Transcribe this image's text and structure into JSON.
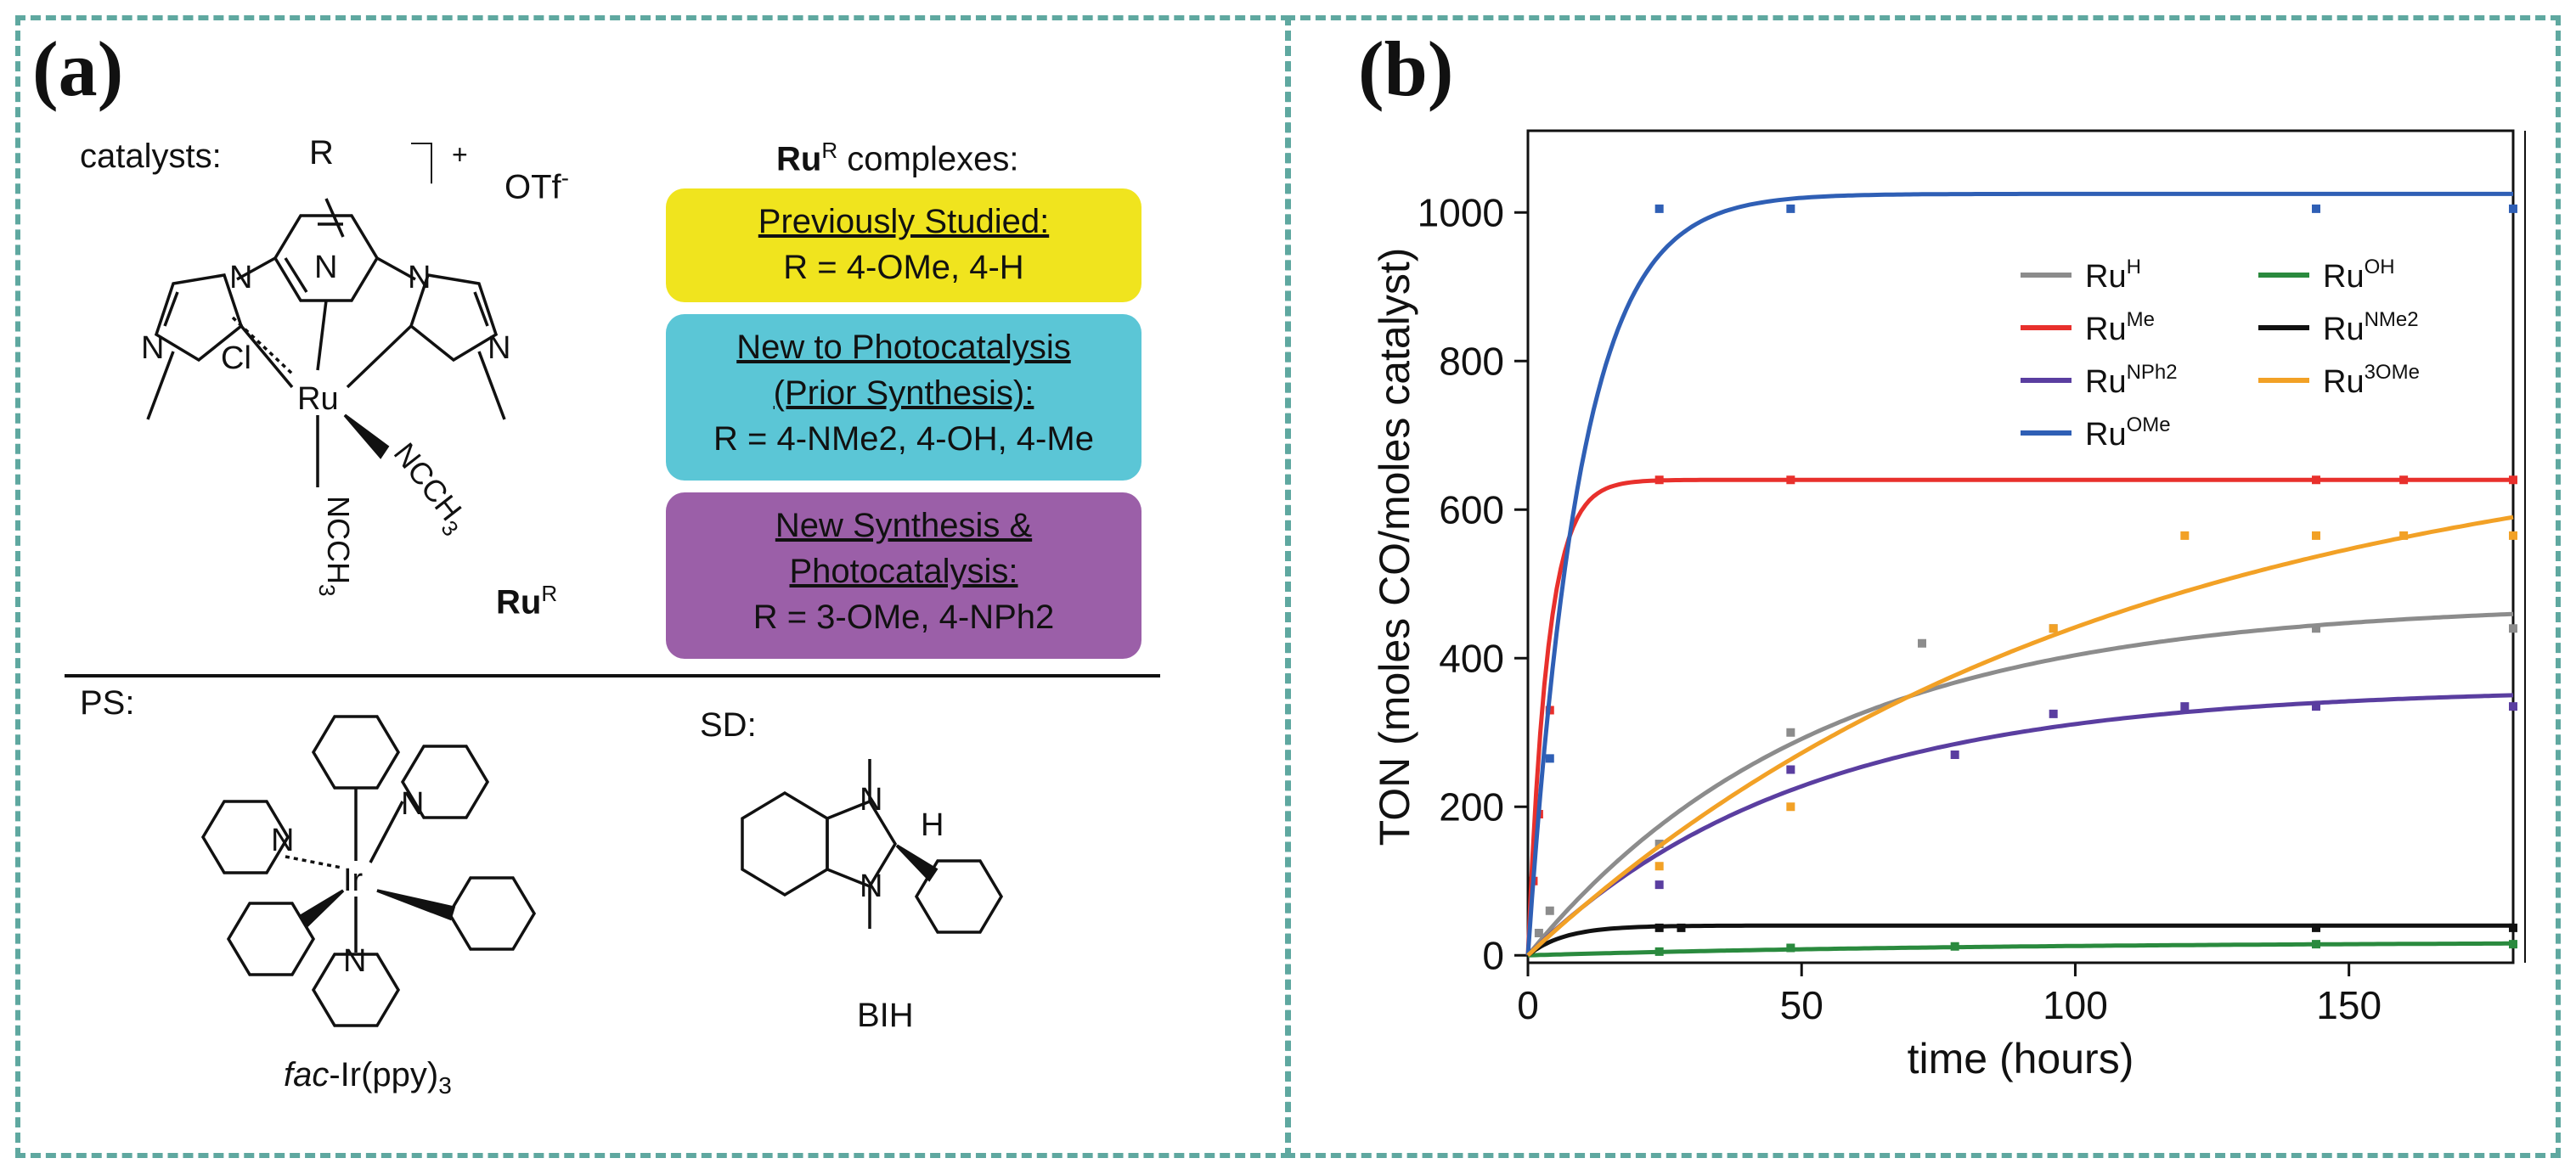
{
  "panel_a": {
    "letter": "(a)",
    "catalysts_label": "catalysts:",
    "counterion": "OTf",
    "counterion_charge": "-",
    "cation_charge": "+",
    "r_group": "R",
    "ru_label": "Ru",
    "ru_sup": "R",
    "complexes_header": "Ru",
    "complexes_header_sup": "R",
    "complexes_header_suffix": " complexes:",
    "atoms": {
      "n": "N",
      "cl": "Cl",
      "ru": "Ru",
      "ir": "Ir",
      "h": "H"
    },
    "ligand_nc1": "NCCH",
    "ligand_nc1_sub": "3",
    "ligand_nc2": "NCCH",
    "ligand_nc2_sub": "3",
    "boxes": [
      {
        "line1": "Previously Studied:",
        "line2": "R = 4-OMe, 4-H",
        "color": "#f0e41e"
      },
      {
        "line1": "New to Photocatalysis",
        "line2": "(Prior Synthesis):",
        "line3": "R = 4-NMe2, 4-OH, 4-Me",
        "color": "#5bc6d6"
      },
      {
        "line1": "New Synthesis &",
        "line2": "Photocatalysis:",
        "line3": "R = 3-OMe, 4-NPh2",
        "color": "#9b5fa8"
      }
    ],
    "ps_label": "PS:",
    "sd_label": "SD:",
    "ps_name_prefix": "fac",
    "ps_name_suffix": "-Ir(ppy)",
    "ps_name_sub": "3",
    "sd_name": "BIH"
  },
  "panel_b": {
    "letter": "(b)"
  },
  "chart_data": {
    "type": "line",
    "xlabel": "time (hours)",
    "ylabel": "TON (moles CO/moles catalyst)",
    "xlim": [
      0,
      180
    ],
    "ylim": [
      -10,
      1110
    ],
    "xticks": [
      0,
      50,
      100,
      150
    ],
    "yticks": [
      0,
      200,
      400,
      600,
      800,
      1000
    ],
    "legend_position": "top-right",
    "series": [
      {
        "name": "Ru",
        "sup": "H",
        "color": "#8c8c8c",
        "fit": {
          "plateau": 475,
          "k": 0.019
        },
        "points": [
          [
            2,
            30
          ],
          [
            4,
            60
          ],
          [
            24,
            150
          ],
          [
            48,
            300
          ],
          [
            72,
            420
          ],
          [
            96,
            440
          ],
          [
            144,
            440
          ],
          [
            180,
            440
          ]
        ]
      },
      {
        "name": "Ru",
        "sup": "Me",
        "color": "#e8302c",
        "fit": {
          "plateau": 640,
          "k": 0.28
        },
        "points": [
          [
            1,
            100
          ],
          [
            2,
            190
          ],
          [
            4,
            330
          ],
          [
            24,
            640
          ],
          [
            48,
            640
          ],
          [
            144,
            640
          ],
          [
            160,
            640
          ],
          [
            180,
            640
          ]
        ]
      },
      {
        "name": "Ru",
        "sup": "NPh2",
        "color": "#5a3ea0",
        "fit": {
          "plateau": 360,
          "k": 0.02
        },
        "points": [
          [
            24,
            95
          ],
          [
            48,
            250
          ],
          [
            78,
            270
          ],
          [
            96,
            325
          ],
          [
            120,
            335
          ],
          [
            144,
            335
          ],
          [
            180,
            335
          ]
        ]
      },
      {
        "name": "Ru",
        "sup": "OMe",
        "color": "#2f5fb5",
        "fit": {
          "plateau": 1025,
          "k": 0.105
        },
        "points": [
          [
            4,
            265
          ],
          [
            24,
            1005
          ],
          [
            48,
            1005
          ],
          [
            144,
            1005
          ],
          [
            180,
            1005
          ]
        ]
      },
      {
        "name": "Ru",
        "sup": "OH",
        "color": "#2a8a3e",
        "fit": {
          "plateau": 18,
          "k": 0.012
        },
        "points": [
          [
            24,
            5
          ],
          [
            48,
            10
          ],
          [
            78,
            12
          ],
          [
            144,
            15
          ],
          [
            180,
            15
          ]
        ]
      },
      {
        "name": "Ru",
        "sup": "NMe2",
        "color": "#111111",
        "fit": {
          "plateau": 40,
          "k": 0.15
        },
        "points": [
          [
            24,
            37
          ],
          [
            28,
            37
          ],
          [
            144,
            37
          ],
          [
            180,
            37
          ]
        ]
      },
      {
        "name": "Ru",
        "sup": "3OMe",
        "color": "#f2a126",
        "fit": {
          "plateau": 720,
          "k": 0.0095
        },
        "points": [
          [
            24,
            120
          ],
          [
            48,
            200
          ],
          [
            96,
            440
          ],
          [
            120,
            565
          ],
          [
            144,
            565
          ],
          [
            160,
            565
          ],
          [
            180,
            565
          ]
        ]
      }
    ]
  }
}
